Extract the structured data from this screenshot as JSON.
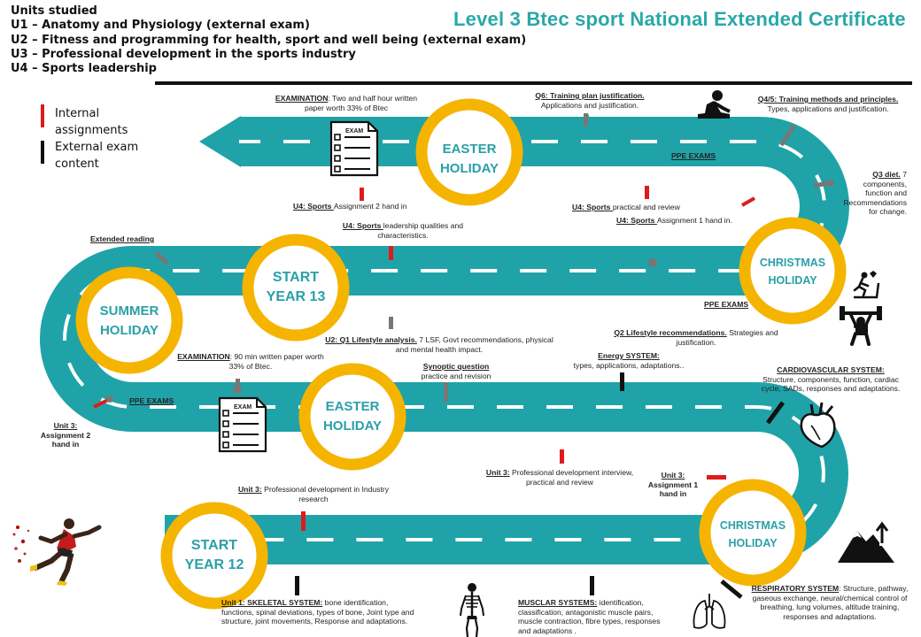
{
  "title": "Level 3 Btec sport National Extended Certificate",
  "units": {
    "heading": "Units studied",
    "items": [
      "U1 – Anatomy and Physiology (external exam)",
      "U2 – Fitness and programming  for health, sport and well being (external exam)",
      "U3 – Professional development in the sports industry",
      "U4 – Sports leadership"
    ]
  },
  "legend": {
    "internal": [
      "Internal",
      "assignments"
    ],
    "external": [
      "External exam",
      "content"
    ]
  },
  "circles": {
    "easter_top": [
      "EASTER",
      "HOLIDAY"
    ],
    "christmas_top": [
      "CHRISTMAS",
      "HOLIDAY"
    ],
    "start13": [
      "START",
      "YEAR 13"
    ],
    "summer": [
      "SUMMER",
      "HOLIDAY"
    ],
    "easter_mid": [
      "EASTER",
      "HOLIDAY"
    ],
    "start12": [
      "START",
      "YEAR 12"
    ],
    "christmas_bottom": [
      "CHRISTMAS",
      "HOLIDAY"
    ]
  },
  "exam_icon_label": "EXAM",
  "annotations": {
    "exam_top": {
      "title": "EXAMINATION",
      "text": ":  Two and half hour written  paper worth 33% of Btec"
    },
    "q6": {
      "title": "Q6: Training plan justification.",
      "text": "Applications and justification."
    },
    "q45": {
      "title": "Q4/5: Training methods and principles.",
      "text": "Types, applications and justification."
    },
    "q3": {
      "title": "Q3 diet.",
      "text": " 7 components, function and Recommendations for change."
    },
    "ppe_top": "PPE EXAMS",
    "u4_a2": {
      "title": "U4: Sports ",
      "text": "Assignment 2 hand in"
    },
    "u4_practical": {
      "title": "U4: Sports ",
      "text": "practical and review"
    },
    "u4_a1": {
      "title": "U4: Sports ",
      "text": "Assignment 1 hand in."
    },
    "u4_leadership": {
      "title": "U4: Sports ",
      "text": "leadership qualities and characteristics."
    },
    "extended_reading": "Extended reading",
    "ppe_christmas": "PPE EXAMS",
    "u2q1": {
      "title": "U2: Q1 Lifestyle analysis.",
      "text": " 7 LSF, Govt recommendations, physical and mental  health impact."
    },
    "q2": {
      "title": "Q2 Lifestyle  recommendations.",
      "text": "  Strategies and justification."
    },
    "exam_mid": {
      "title": "EXAMINATION",
      "text": ":   90 min written paper worth 33% of Btec."
    },
    "synoptic": {
      "title": "Synoptic question",
      "text": "practice and revision"
    },
    "energy": {
      "title": "Energy SYSTEM:",
      "text": "types, applications, adaptations.."
    },
    "cardio": {
      "title": "CARDIOVASCULAR  SYSTEM:",
      "text": "Structure, components, function, cardiac cycle, SADs, responses and adaptations."
    },
    "ppe_left": "PPE EXAMS",
    "u3_a2": {
      "title": "Unit 3:",
      "text": "Assignment  2 hand in"
    },
    "u3_prof_interview": {
      "title": "Unit 3:",
      "text": " Professional development interview, practical and review"
    },
    "u3_a1": {
      "title": "Unit 3:",
      "text": "Assignment  1 hand in"
    },
    "u3_prof_research": {
      "title": "Unit 3:",
      "text": " Professional development in Industry research"
    },
    "skeletal": {
      "title": "Unit 1:  SKELETAL  SYSTEM:",
      "text": " bone identification, functions, spinal deviations, types of bone, Joint type and structure, joint movements,  Response and adaptations."
    },
    "muscular": {
      "title": "MUSCLAR SYSTEMS:",
      "text": " identification, classification, antagonistic muscle pairs, muscle contraction, fibre types, responses and adaptations  ."
    },
    "respiratory": {
      "title": "RESPIRATORY  SYSTEM",
      "text": ": Structure, pathway, gaseous exchange, neural/chemical control of breathing, lung volumes, altitude training,  responses and adaptations."
    }
  },
  "colors": {
    "road": "#1fa3a8",
    "circle": "#f5b400",
    "title": "#2aa8a8",
    "internal": "#dd1c1c",
    "external": "#111111",
    "connector": "#777777"
  },
  "icons": [
    "exam-sheet-icon",
    "stretching-athlete-icon",
    "treadmill-runner-icon",
    "weightlifter-icon",
    "anatomical-heart-icon",
    "mountain-altitude-icon",
    "lungs-icon",
    "skeleton-icon",
    "sprinter-image"
  ]
}
